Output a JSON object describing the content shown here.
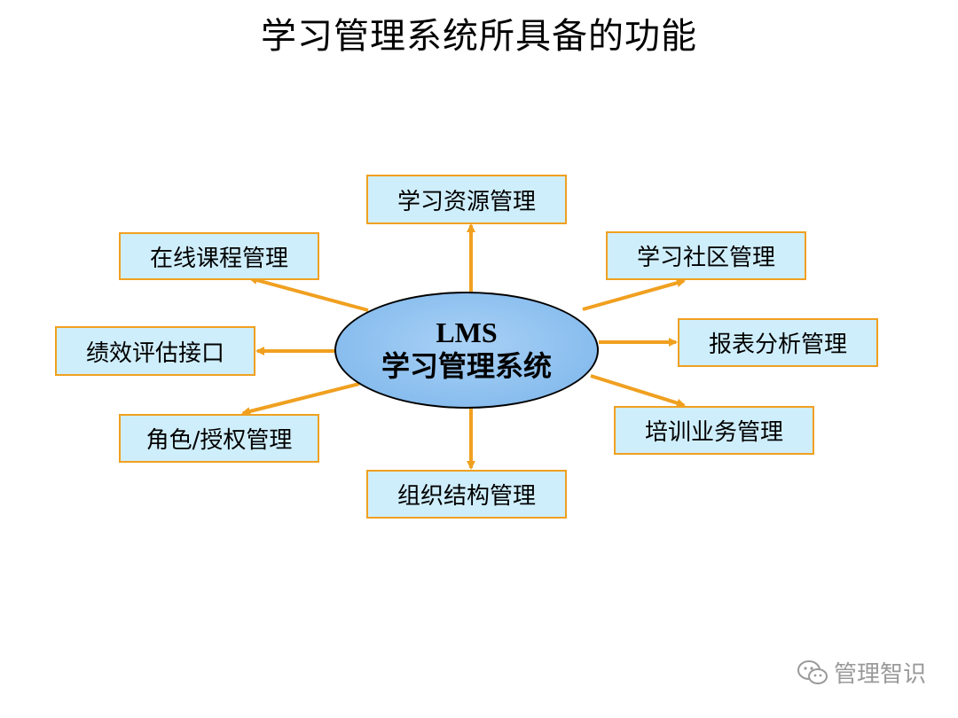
{
  "title": "学习管理系统所具备的功能",
  "center": {
    "line1": "LMS",
    "line2": "学习管理系统"
  },
  "nodes": [
    {
      "id": "learning-resource",
      "label": "学习资源管理"
    },
    {
      "id": "online-course",
      "label": "在线课程管理"
    },
    {
      "id": "learning-community",
      "label": "学习社区管理"
    },
    {
      "id": "performance-interface",
      "label": "绩效评估接口"
    },
    {
      "id": "report-analysis",
      "label": "报表分析管理"
    },
    {
      "id": "role-auth",
      "label": "角色/授权管理"
    },
    {
      "id": "training-business",
      "label": "培训业务管理"
    },
    {
      "id": "org-structure",
      "label": "组织结构管理"
    }
  ],
  "watermark": {
    "text": "管理智识",
    "icon": "wechat-icon"
  },
  "colors": {
    "arrow": "#f0a020",
    "box_fill": "#cfeefb",
    "box_border": "#f0a020",
    "hub_fill": "#88bdee"
  }
}
